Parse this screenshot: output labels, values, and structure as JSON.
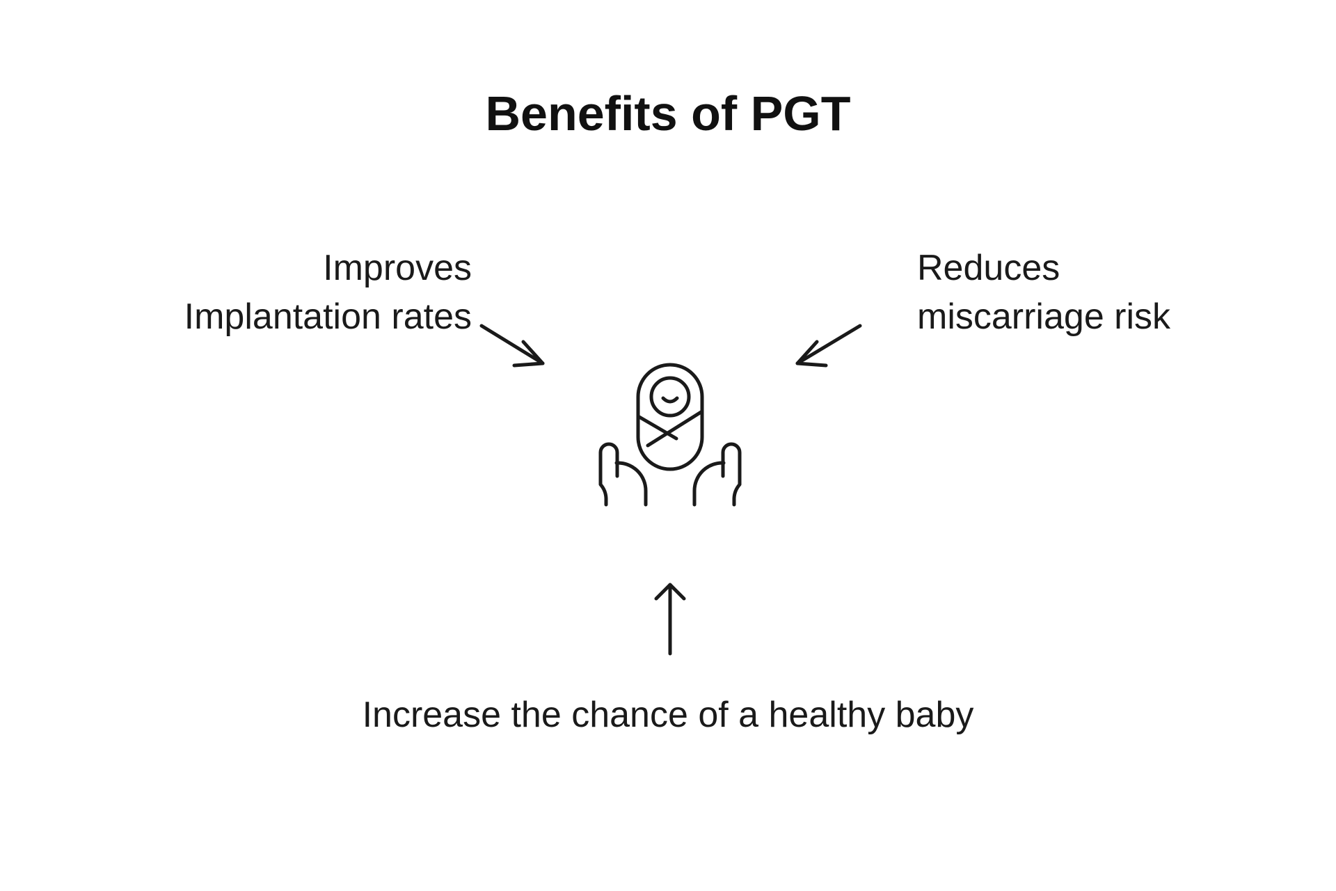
{
  "title": "Benefits of PGT",
  "benefits": {
    "left": {
      "line1": "Improves",
      "line2": "Implantation rates"
    },
    "right": {
      "line1": "Reduces",
      "line2": "miscarriage risk"
    },
    "bottom": {
      "line1": "Increase the chance of a healthy baby"
    }
  },
  "center_icon": "baby-in-hands-icon",
  "colors": {
    "background": "#ffffff",
    "text": "#1a1a1a",
    "stroke": "#1a1a1a"
  }
}
